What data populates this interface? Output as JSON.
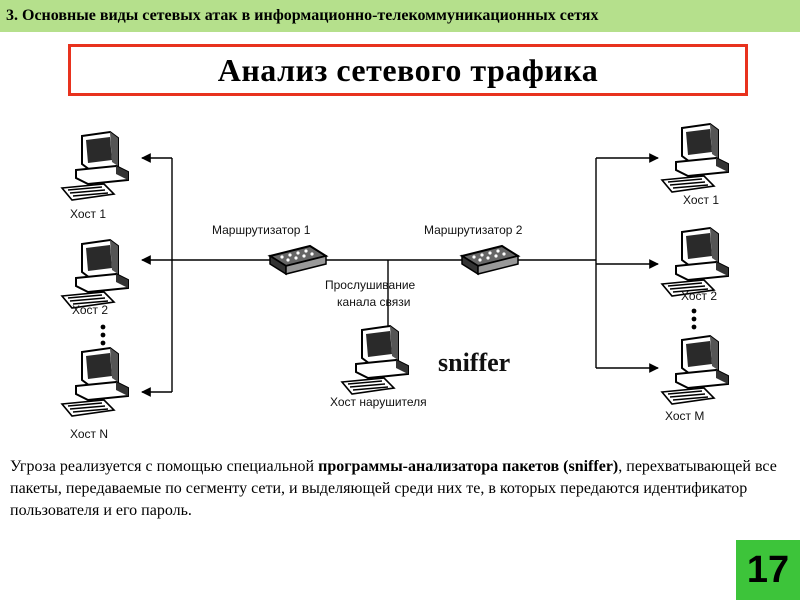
{
  "header": {
    "text": "3. Основные виды сетевых атак в информационно-телекоммуникационных сетях"
  },
  "title": "Анализ сетевого трафика",
  "diagram": {
    "left_hosts": [
      "Хост 1",
      "Хост 2",
      "Хост N"
    ],
    "right_hosts": [
      "Хост 1",
      "Хост 2",
      "Хост M"
    ],
    "router1": "Маршрутизатор 1",
    "router2": "Маршрутизатор 2",
    "sniff_label_line1": "Прослушивание",
    "sniff_label_line2": "канала связи",
    "attacker": "Хост нарушителя",
    "sniffer_label": "sniffer",
    "sniffer_color": "#e8321e"
  },
  "description": {
    "part1": "Угроза реализуется с помощью специальной ",
    "bold": "программы-анализатора пакетов (sniffer)",
    "part2": ", перехватывающей все пакеты, передаваемые по сегменту сети, и выделяющей среди них те, в которых передаются идентификатор пользователя и его пароль."
  },
  "page_number": "17",
  "colors": {
    "header_bg": "#b5e08c",
    "title_border": "#e8321e",
    "badge_bg": "#3dc43a"
  }
}
